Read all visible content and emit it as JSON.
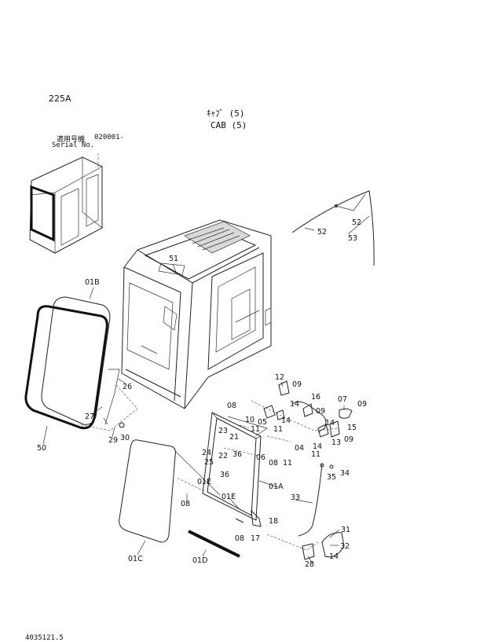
{
  "page_code": "225A",
  "title_jp": "ｷｬﾌﾞ (5)",
  "title_en": "CAB (5)",
  "serial_label_jp": "適用号機",
  "serial_value": "020001-",
  "serial_label_en": "Serial No.",
  "footer_code": "4035121.5",
  "callouts": {
    "c51": "51",
    "c52a": "52",
    "c52b": "52",
    "c53": "53",
    "c01B": "01B",
    "c50": "50",
    "c26": "26",
    "c27": "27",
    "c29": "29",
    "c30": "30",
    "c12": "12",
    "c09a": "09",
    "c09b": "09",
    "c09c": "09",
    "c09d": "09",
    "c16": "16",
    "c07": "07",
    "c14a": "14",
    "c14b": "14",
    "c14c": "14",
    "c14d": "14",
    "c15": "15",
    "c13": "13",
    "c11a": "11",
    "c11b": "11",
    "c11c": "11",
    "c11d": "11",
    "c05": "05",
    "c04": "04",
    "c06": "06",
    "c08a": "08",
    "c08b": "08",
    "c08c": "08",
    "c08d": "08",
    "c10": "10",
    "c23": "23",
    "c21": "21",
    "c24": "24",
    "c22": "22",
    "c25": "25",
    "c36a": "36",
    "c36b": "36",
    "c01E1": "01E",
    "c01E2": "01E",
    "c01A": "01A",
    "c35": "35",
    "c34": "34",
    "c33": "33",
    "c18": "18",
    "c17": "17",
    "c31": "31",
    "c32": "32",
    "c28": "28",
    "c01C": "01C",
    "c01D": "01D"
  }
}
